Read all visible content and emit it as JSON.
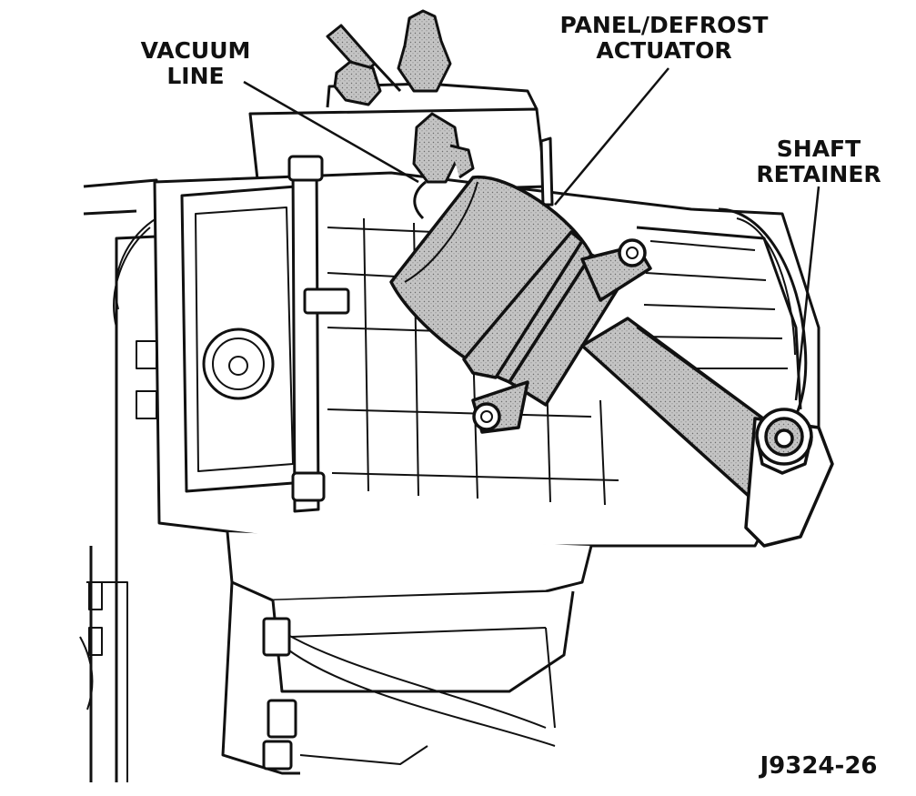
{
  "labels": {
    "vacuum_line": [
      "VACUUM",
      "LINE"
    ],
    "panel_defrost_actuator": [
      "PANEL/DEFROST",
      "ACTUATOR"
    ],
    "shaft_retainer": [
      "SHAFT",
      "RETAINER"
    ]
  },
  "figure_id": "J9324-26",
  "colors": {
    "ink": "#111111",
    "fill": "#bdbdbd",
    "background": "#ffffff"
  }
}
